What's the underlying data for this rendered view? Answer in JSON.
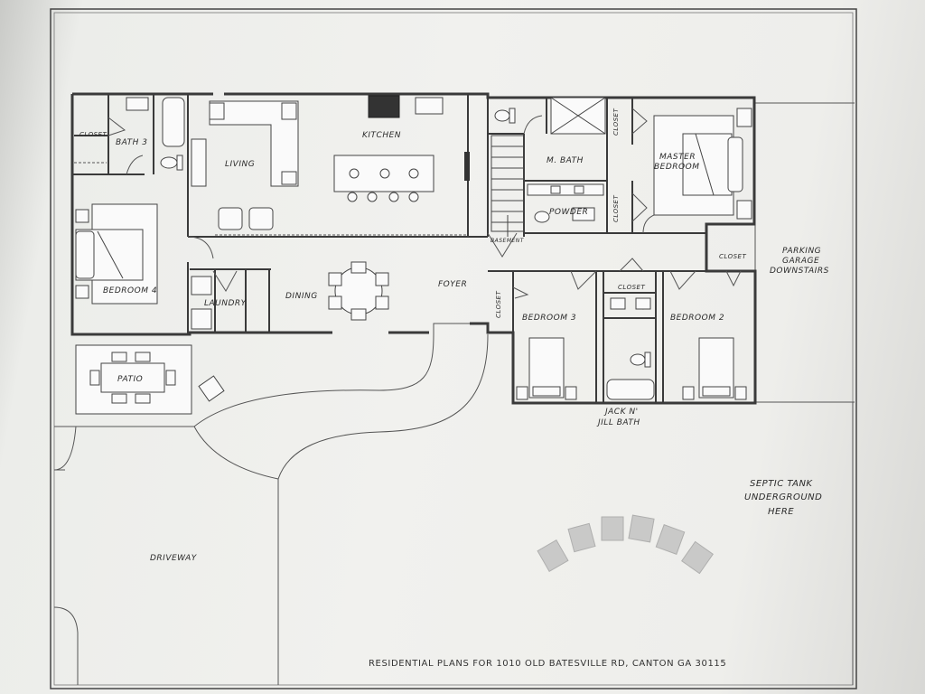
{
  "rooms": {
    "closet_nw": "CLOSET",
    "bath3": "BATH 3",
    "living": "LIVING",
    "kitchen": "KITCHEN",
    "m_bath": "M. BATH",
    "closet_mb_top": "CLOSET",
    "closet_mb_bottom": "CLOSET",
    "master_bedroom_line1": "MASTER",
    "master_bedroom_line2": "BEDROOM",
    "powder": "POWDER",
    "basement": "BASEMENT",
    "bedroom4": "BEDROOM 4",
    "laundry": "LAUNDRY",
    "dining": "DINING",
    "foyer": "FOYER",
    "closet_foyer": "CLOSET",
    "bedroom3": "BEDROOM 3",
    "closet_jj": "CLOSET",
    "closet_b2": "CLOSET",
    "bedroom2": "BEDROOM 2",
    "jack_jill_line1": "JACK N'",
    "jack_jill_line2": "JILL BATH",
    "patio": "PATIO"
  },
  "site": {
    "parking_line1": "PARKING",
    "parking_line2": "GARAGE",
    "parking_line3": "DOWNSTAIRS",
    "septic_line1": "SEPTIC TANK",
    "septic_line2": "UNDERGROUND",
    "septic_line3": "HERE",
    "driveway": "DRIVEWAY"
  },
  "title_block": "RESIDENTIAL PLANS FOR 1010 OLD BATESVILLE RD, CANTON GA 30115",
  "colors": {
    "ink": "#2a2a2a",
    "paper": "#f1f1ee"
  }
}
